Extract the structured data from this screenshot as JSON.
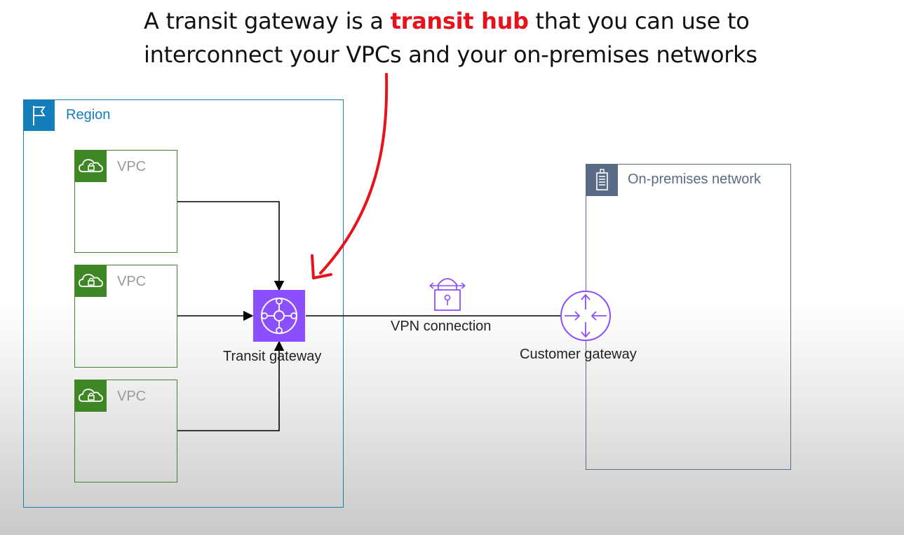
{
  "caption": {
    "line1_before": "A transit gateway is a ",
    "line1_highlight": "transit hub",
    "line1_after": " that you can use to",
    "line2": "interconnect your VPCs and your on-premises networks"
  },
  "region": {
    "label": "Region"
  },
  "vpcs": [
    {
      "label": "VPC"
    },
    {
      "label": "VPC"
    },
    {
      "label": "VPC"
    }
  ],
  "transit_gateway": {
    "label": "Transit gateway"
  },
  "vpn_connection": {
    "label": "VPN connection"
  },
  "customer_gateway": {
    "label": "Customer gateway"
  },
  "on_premises": {
    "label": "On-premises network"
  },
  "colors": {
    "region": "#147eba",
    "vpc": "#3f8624",
    "transit_gateway": "#8c4fff",
    "on_premises": "#5a6b86",
    "annotation_arrow": "#e8131a",
    "highlight_text": "#e8131a"
  }
}
